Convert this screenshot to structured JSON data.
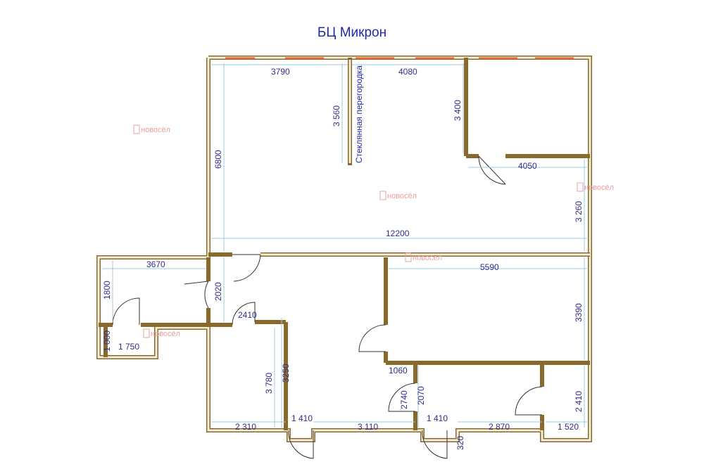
{
  "title": "БЦ Микрон",
  "partition_label": "Стеклянная перегородка",
  "watermark": {
    "brand": "новосёл",
    "logo": "novosel-logo"
  },
  "dimensions": {
    "d3790": "3790",
    "d4080": "4080",
    "d3560": "3 560",
    "d3400": "3 400",
    "d6800": "6800",
    "d4050": "4050",
    "d3260": "3 260",
    "d12200": "12200",
    "d3670": "3670",
    "d5590": "5590",
    "d1800": "1800",
    "d2020": "2020",
    "d3390": "3390",
    "d2410a": "2410",
    "d1000": "1 000",
    "d1750": "1 750",
    "d3780": "3 780",
    "d3250": "3250",
    "d1060": "1060",
    "d2740": "2740",
    "d2070": "2070",
    "d2410b": "2 410",
    "d2310": "2 310",
    "d1410a": "1 410",
    "d3110": "3 110",
    "d1410b": "1 410",
    "d2870": "2 870",
    "d1520": "1 520",
    "d320": "320"
  }
}
